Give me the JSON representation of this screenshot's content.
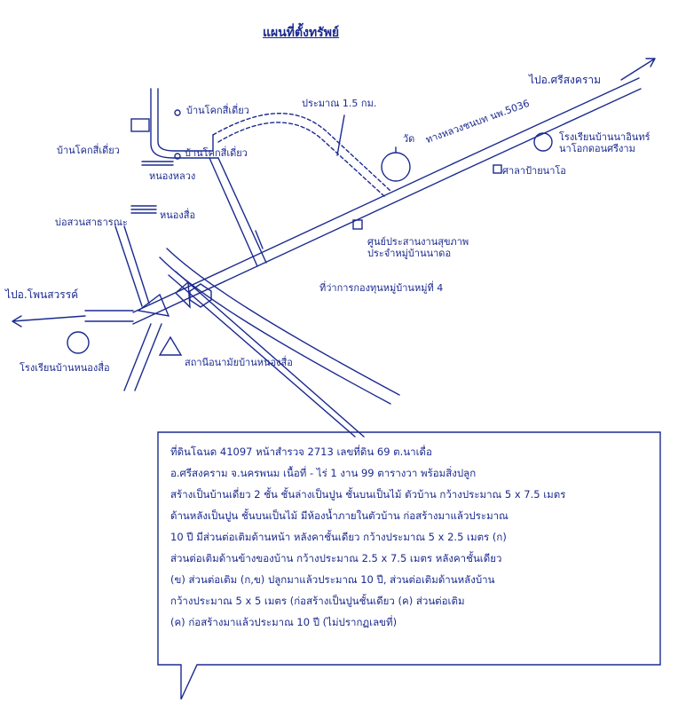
{
  "title": "แผนที่ตั้งทรัพย์",
  "labels": {
    "to_si_songkhram": "ไปอ.ศรีสงคราม",
    "to_phon_sawan": "ไปอ.โพนสวรรค์",
    "distance": "ประมาณ 1.5 กม.",
    "road": "ทางหลวงชนบท นพ.5036",
    "wat": "วัด",
    "village_top": "บ้านโคกสี่เดี่ยว",
    "village_left": "บ้านโคกสี่เดี่ยว",
    "village_right": "บ้านโคกสี่เดี่ยว",
    "pond_nong_luang": "หนองหลวง",
    "pond_nong_sue": "หนองสื่อ",
    "tambon_office": "ที่ว่าการกองทุนหมู่บ้านหมู่ที่ 4",
    "health_center": "ศูนย์ประสานงานสุขภาพ\nประจำหมู่บ้านนาดอ",
    "school_right": "โรงเรียนบ้านนาอินทร์\nนาโอกดอนศรีงาม",
    "bus_stop": "ศาลาป้ายนาโอ",
    "left_road": "บ่อสวนสาธารณะ",
    "school_left": "โรงเรียนบ้านหนองสื่อ",
    "hospital": "สถานีอนามัยบ้านหนองสื่อ"
  },
  "note": "ที่ดินโฉนด 41097 หน้าสำรวจ 2713 เลขที่ดิน 69 ต.นาเดื่อ\nอ.ศรีสงคราม จ.นครพนม เนื้อที่ - ไร่ 1 งาน 99 ตารางวา พร้อมสิ่งปลูก\nสร้างเป็นบ้านเดี่ยว 2 ชั้น ชั้นล่างเป็นปูน ชั้นบนเป็นไม้ ตัวบ้าน กว้างประมาณ 5 x 7.5 เมตร\nด้านหลังเป็นปูน ชั้นบนเป็นไม้ มีห้องน้ำภายในตัวบ้าน ก่อสร้างมาแล้วประมาณ\n10 ปี มีส่วนต่อเติมด้านหน้า หลังคาชั้นเดียว กว้างประมาณ 5 x 2.5 เมตร (ก)\nส่วนต่อเติมด้านข้างของบ้าน กว้างประมาณ 2.5 x 7.5 เมตร หลังคาชั้นเดียว\n(ข) ส่วนต่อเติม (ก,ข) ปลูกมาแล้วประมาณ 10 ปี, ส่วนต่อเติมด้านหลังบ้าน\nกว้างประมาณ 5 x 5 เมตร (ก่อสร้างเป็นปูนชั้นเดียว (ค) ส่วนต่อเติม\n(ค) ก่อสร้างมาแล้วประมาณ 10 ปี (ไม่ปรากฏเลขที่)"
}
